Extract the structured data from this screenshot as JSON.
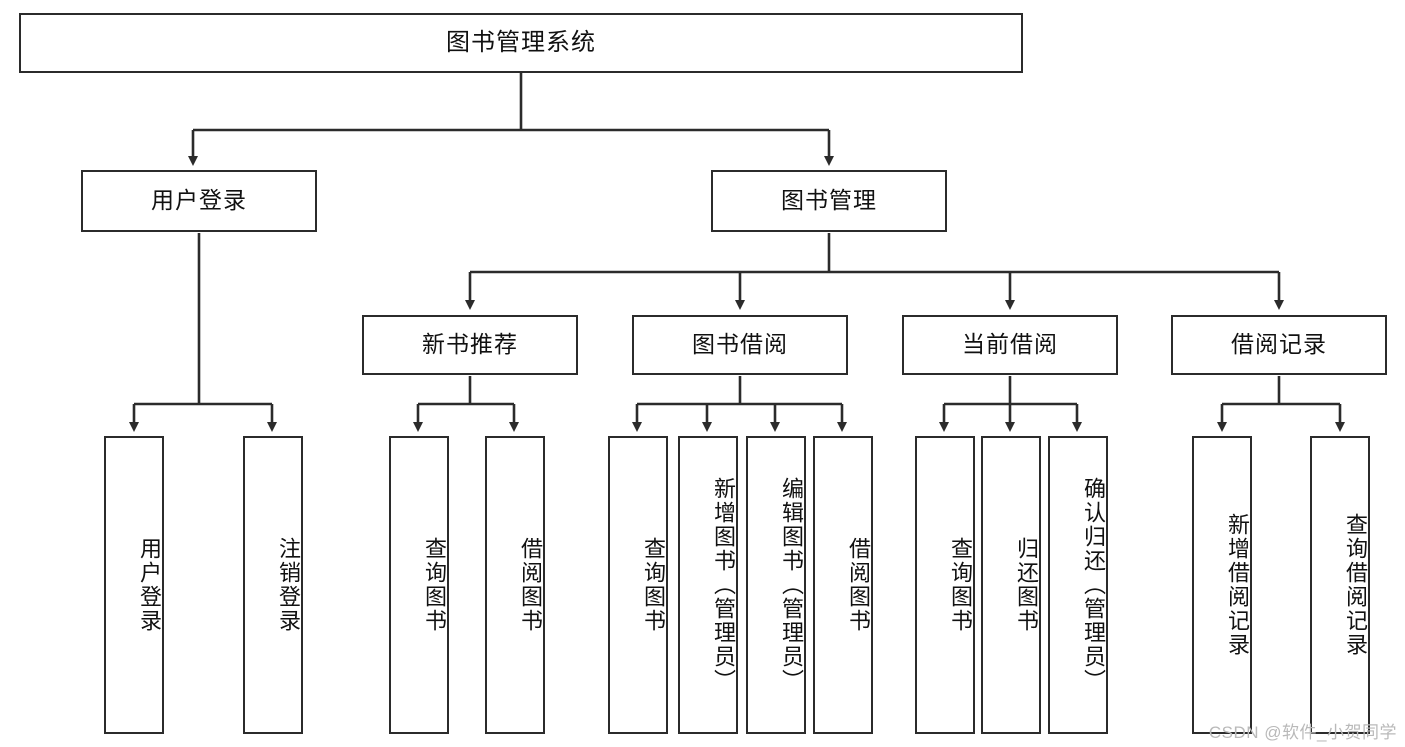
{
  "diagram": {
    "type": "tree",
    "title": "图书管理系统",
    "orientation": "top-down",
    "levels": 4,
    "colors": {
      "box_border": "#2b2b2b",
      "box_fill": "#ffffff",
      "connector": "#2b2b2b",
      "text": "#111111",
      "watermark": "#b9b9b9",
      "background": "#ffffff"
    }
  },
  "root": {
    "label": "图书管理系统"
  },
  "level2": [
    {
      "label": "用户登录"
    },
    {
      "label": "图书管理"
    }
  ],
  "level3": [
    {
      "label": "新书推荐"
    },
    {
      "label": "图书借阅"
    },
    {
      "label": "当前借阅"
    },
    {
      "label": "借阅记录"
    }
  ],
  "leaves": {
    "user_login": [
      {
        "label": "用户登录"
      },
      {
        "label": "注销登录"
      }
    ],
    "new_book_recommend": [
      {
        "label": "查询图书"
      },
      {
        "label": "借阅图书"
      }
    ],
    "book_borrow": [
      {
        "label": "查询图书"
      },
      {
        "label": "新增图书（管理员）"
      },
      {
        "label": "编辑图书（管理员）"
      },
      {
        "label": "借阅图书"
      }
    ],
    "current_borrow": [
      {
        "label": "查询图书"
      },
      {
        "label": "归还图书"
      },
      {
        "label": "确认归还（管理员）"
      }
    ],
    "borrow_record": [
      {
        "label": "新增借阅记录"
      },
      {
        "label": "查询借阅记录"
      }
    ]
  },
  "watermark": {
    "text": "CSDN @软件_小贺同学"
  }
}
